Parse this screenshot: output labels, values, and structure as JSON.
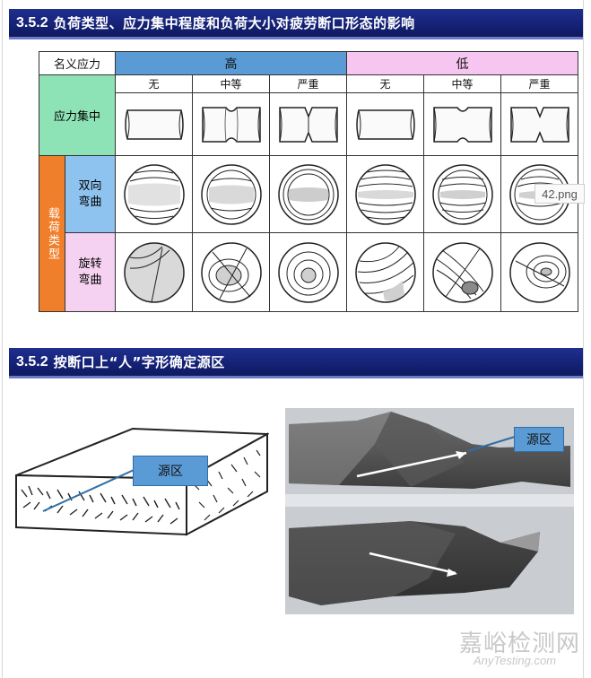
{
  "slide1": {
    "section_number": "3.5.2",
    "title": "负荷类型、应力集中程度和负荷大小对疲劳断口形态的影响"
  },
  "table": {
    "corner_label": "名义应力",
    "high_label": "高",
    "low_label": "低",
    "stress_label": "应力集中",
    "levels": [
      "无",
      "中等",
      "严重",
      "无",
      "中等",
      "严重"
    ],
    "load_type_label": "载荷类型",
    "bending_label": "双向弯曲",
    "rotating_label": "旋转弯曲",
    "colors": {
      "high": "#5b9bd5",
      "low": "#f7c6f0",
      "stress": "#8de3b6",
      "load": "#f07f2c",
      "bending": "#8fc3ef",
      "rotating": "#f5d2f1"
    }
  },
  "tooltip": "42.png",
  "slide2": {
    "section_number": "3.5.2",
    "title": "按断口上“人”字形确定源区",
    "callout_left": "源区",
    "callout_right": "源区"
  },
  "watermark": {
    "cn": "嘉峪检测网",
    "en": "AnyTesting.com"
  }
}
